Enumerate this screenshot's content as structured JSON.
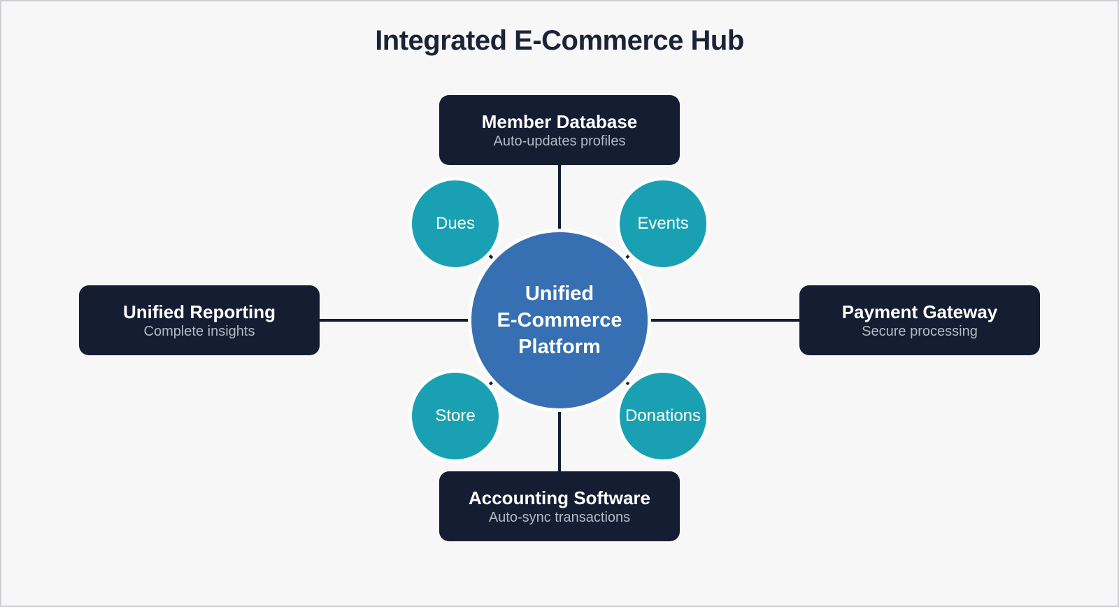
{
  "title": "Integrated E-Commerce Hub",
  "hub": {
    "label": "Unified\nE-Commerce\nPlatform"
  },
  "boxes": {
    "top": {
      "title": "Member Database",
      "subtitle": "Auto-updates profiles"
    },
    "right": {
      "title": "Payment Gateway",
      "subtitle": "Secure processing"
    },
    "bottom": {
      "title": "Accounting Software",
      "subtitle": "Auto-sync transactions"
    },
    "left": {
      "title": "Unified Reporting",
      "subtitle": "Complete insights"
    }
  },
  "satellites": {
    "dues": {
      "label": "Dues"
    },
    "events": {
      "label": "Events"
    },
    "store": {
      "label": "Store"
    },
    "donations": {
      "label": "Donations"
    }
  },
  "colors": {
    "background": "#f7f7f8",
    "frame_border": "#cdced2",
    "navy": "#151d32",
    "hub_blue": "#3770b2",
    "satellite_teal": "#19a1b3",
    "box_title_text": "#ffffff",
    "box_subtitle_text": "#b2bac6",
    "page_title_text": "#1c2337",
    "connector": "#151d32"
  }
}
